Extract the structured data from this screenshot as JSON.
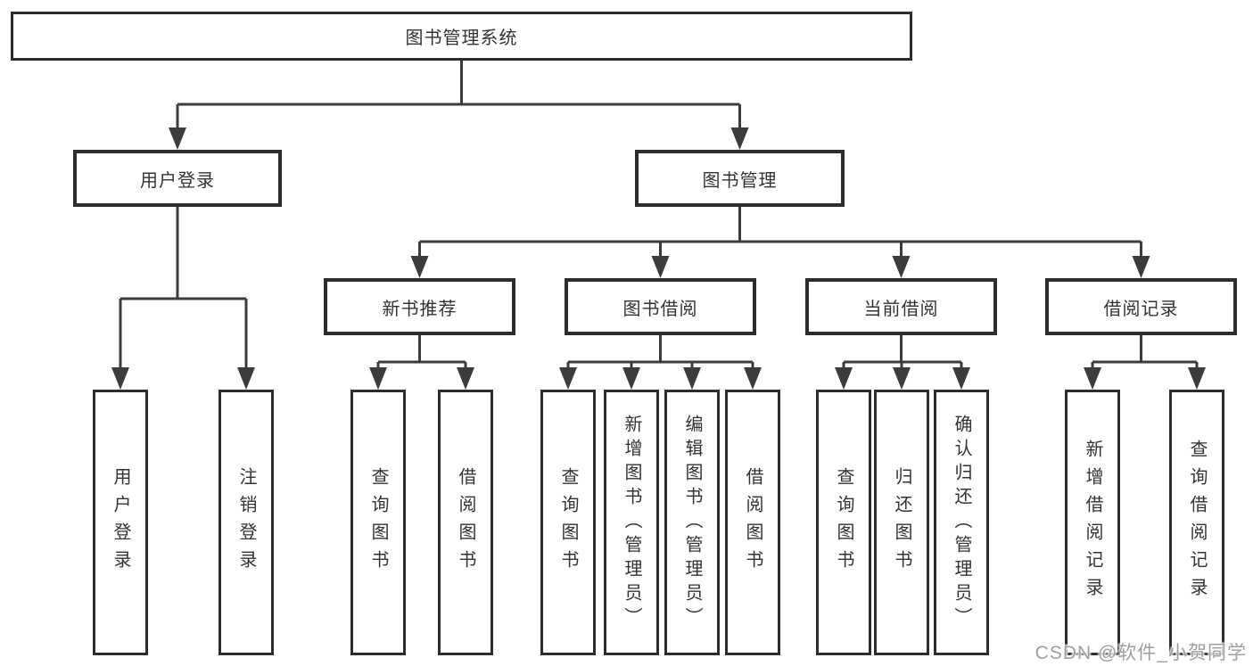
{
  "tree": {
    "root": {
      "label": "图书管理系统"
    },
    "branches": [
      {
        "label": "用户登录",
        "children": [
          {
            "label": "用户登录"
          },
          {
            "label": "注销登录"
          }
        ]
      },
      {
        "label": "图书管理",
        "children": [
          {
            "label": "新书推荐",
            "children": [
              {
                "label": "查询图书"
              },
              {
                "label": "借阅图书"
              }
            ]
          },
          {
            "label": "图书借阅",
            "children": [
              {
                "label": "查询图书"
              },
              {
                "label": "新增图书（管理员）"
              },
              {
                "label": "编辑图书（管理员）"
              },
              {
                "label": "借阅图书"
              }
            ]
          },
          {
            "label": "当前借阅",
            "children": [
              {
                "label": "查询图书"
              },
              {
                "label": "归还图书"
              },
              {
                "label": "确认归还（管理员）"
              }
            ]
          },
          {
            "label": "借阅记录",
            "children": [
              {
                "label": "新增借阅记录"
              },
              {
                "label": "查询借阅记录"
              }
            ]
          }
        ]
      }
    ]
  },
  "watermark": {
    "text": "CSDN @软件_小贺同学",
    "color": "#9e9e9e"
  },
  "colors": {
    "background": "#ffffff",
    "box_border": "#2d2d2d",
    "connector_line": "#3c3c3c",
    "text": "#333333"
  }
}
